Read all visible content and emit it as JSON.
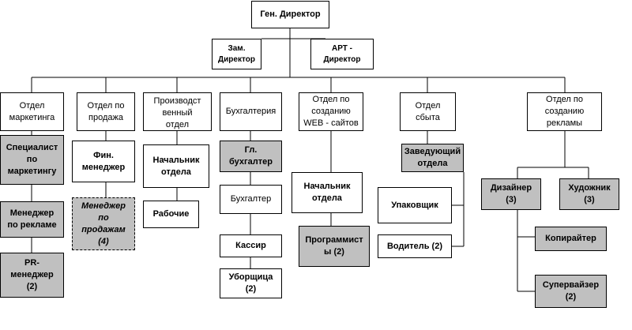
{
  "nodes": {
    "ceo": "Ген. Директор",
    "deputy": "Зам.\nДиректор",
    "art_director": "АРТ -\nДиректор",
    "dept_marketing": "Отдел\nмаркетинга",
    "dept_sales": "Отдел по\nпродажа",
    "dept_production": "Производст\nвенный\nотдел",
    "dept_accounting": "Бухгалтерия",
    "dept_web": "Отдел по\nсозданию\nWEB - сайтов",
    "dept_distribution": "Отдел\nсбыта",
    "dept_advertising": "Отдел по\nсозданию\nрекламы",
    "marketing_specialist": "Специалист\nпо\nмаркетингу",
    "ad_manager": "Менеджер\nпо рекламе",
    "pr_manager": "PR-\nменеджер\n(2)",
    "fin_manager": "Фин.\nменеджер",
    "sales_manager": "Менеджер\nпо\nпродажам\n(4)",
    "production_head": "Начальник\nотдела",
    "workers": "Рабочие",
    "chief_accountant": "Гл.\nбухгалтер",
    "accountant": "Бухгалтер",
    "cashier": "Кассир",
    "cleaner": "Уборщица\n(2)",
    "web_head": "Начальник\nотдела",
    "programmers": "Программист\nы (2)",
    "distribution_head": "Заведующий\nотдела",
    "packer": "Упаковщик",
    "driver": "Водитель (2)",
    "designer": "Дизайнер\n(3)",
    "artist": "Художник\n(3)",
    "copywriter": "Копирайтер",
    "supervisor": "Супервайзер\n(2)"
  },
  "colors": {
    "line": "#000000",
    "box_fill": "#ffffff",
    "gray_fill": "#c0c0c0"
  }
}
